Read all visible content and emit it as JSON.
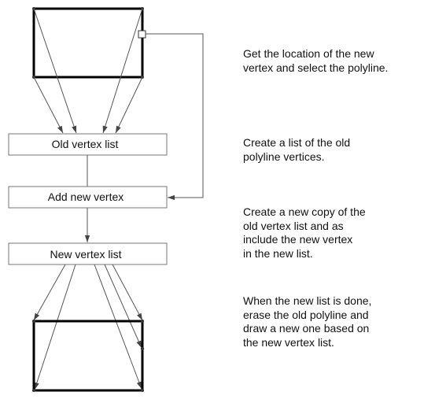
{
  "boxes": {
    "old_list": "Old vertex list",
    "add_vertex": "Add new vertex",
    "new_list": "New vertex list"
  },
  "descriptions": {
    "step1": [
      "Get the location of the new",
      "vertex and select the polyline."
    ],
    "step2": [
      "Create a list of the old",
      "polyline vertices."
    ],
    "step3": [
      "Create a new copy of the",
      "old vertex list and as",
      "include the new vertex",
      "in the new list."
    ],
    "step4": [
      "When the new list is done,",
      "erase the old polyline and",
      "draw a new one based on",
      "the new vertex list."
    ]
  },
  "colors": {
    "line": "#555555",
    "outline": "#000000",
    "box_stroke": "#777777"
  }
}
